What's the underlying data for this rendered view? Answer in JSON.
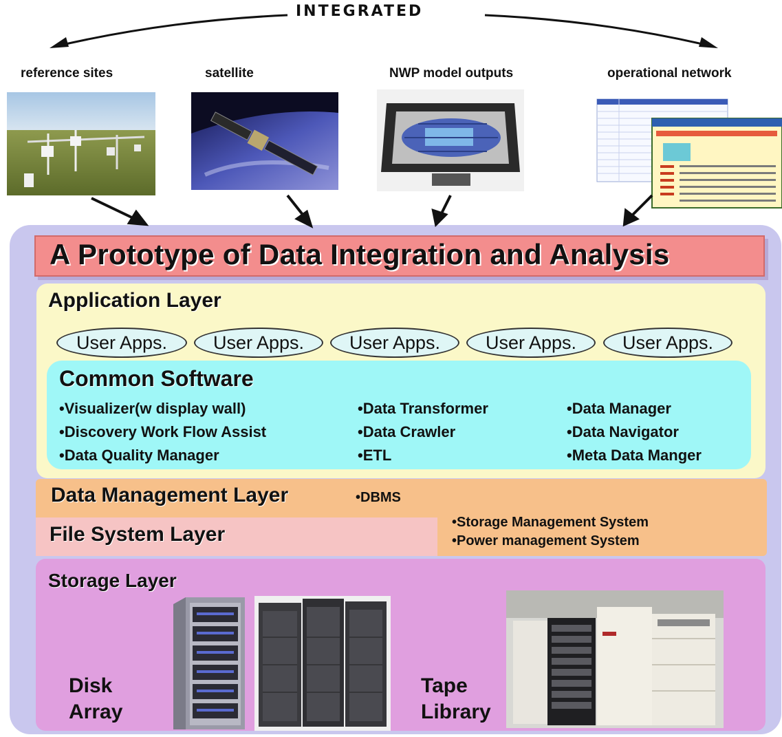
{
  "header": {
    "integrated_label": "INTEGRATED"
  },
  "sources": [
    {
      "label": "reference sites",
      "icon": "reference-sites-photo"
    },
    {
      "label": "satellite",
      "icon": "satellite-photo"
    },
    {
      "label": "NWP model outputs",
      "icon": "supercomputer-photo"
    },
    {
      "label": "operational network",
      "icon": "network-table-screenshot"
    }
  ],
  "title": "A Prototype of Data Integration and Analysis",
  "application_layer": {
    "title": "Application Layer",
    "user_apps": [
      "User Apps.",
      "User Apps.",
      "User Apps.",
      "User Apps.",
      "User Apps."
    ]
  },
  "common_software": {
    "title": "Common Software",
    "col1": [
      "•Visualizer(w display wall)",
      "•Discovery Work Flow Assist",
      "•Data Quality Manager"
    ],
    "col2": [
      "•Data  Transformer",
      "•Data Crawler",
      "•ETL"
    ],
    "col3": [
      "•Data Manager",
      "•Data Navigator",
      "•Meta Data Manger"
    ]
  },
  "data_management_layer": {
    "title": "Data Management Layer",
    "dbms": "•DBMS",
    "items": [
      "•Storage Management System",
      "•Power management System"
    ]
  },
  "file_system_layer": {
    "title": "File System Layer"
  },
  "storage_layer": {
    "title": "Storage Layer",
    "disk_array_line1": "Disk",
    "disk_array_line2": "Array",
    "tape_library_line1": "Tape",
    "tape_library_line2": "Library"
  },
  "colors": {
    "outer": "#c9c7ee",
    "title_box": "#f38d8d",
    "application_layer": "#fbf8c8",
    "common_software": "#9ff7f7",
    "data_management_layer": "#f7c08a",
    "file_system_layer": "#f6c4c4",
    "storage_layer": "#e09fdf"
  }
}
